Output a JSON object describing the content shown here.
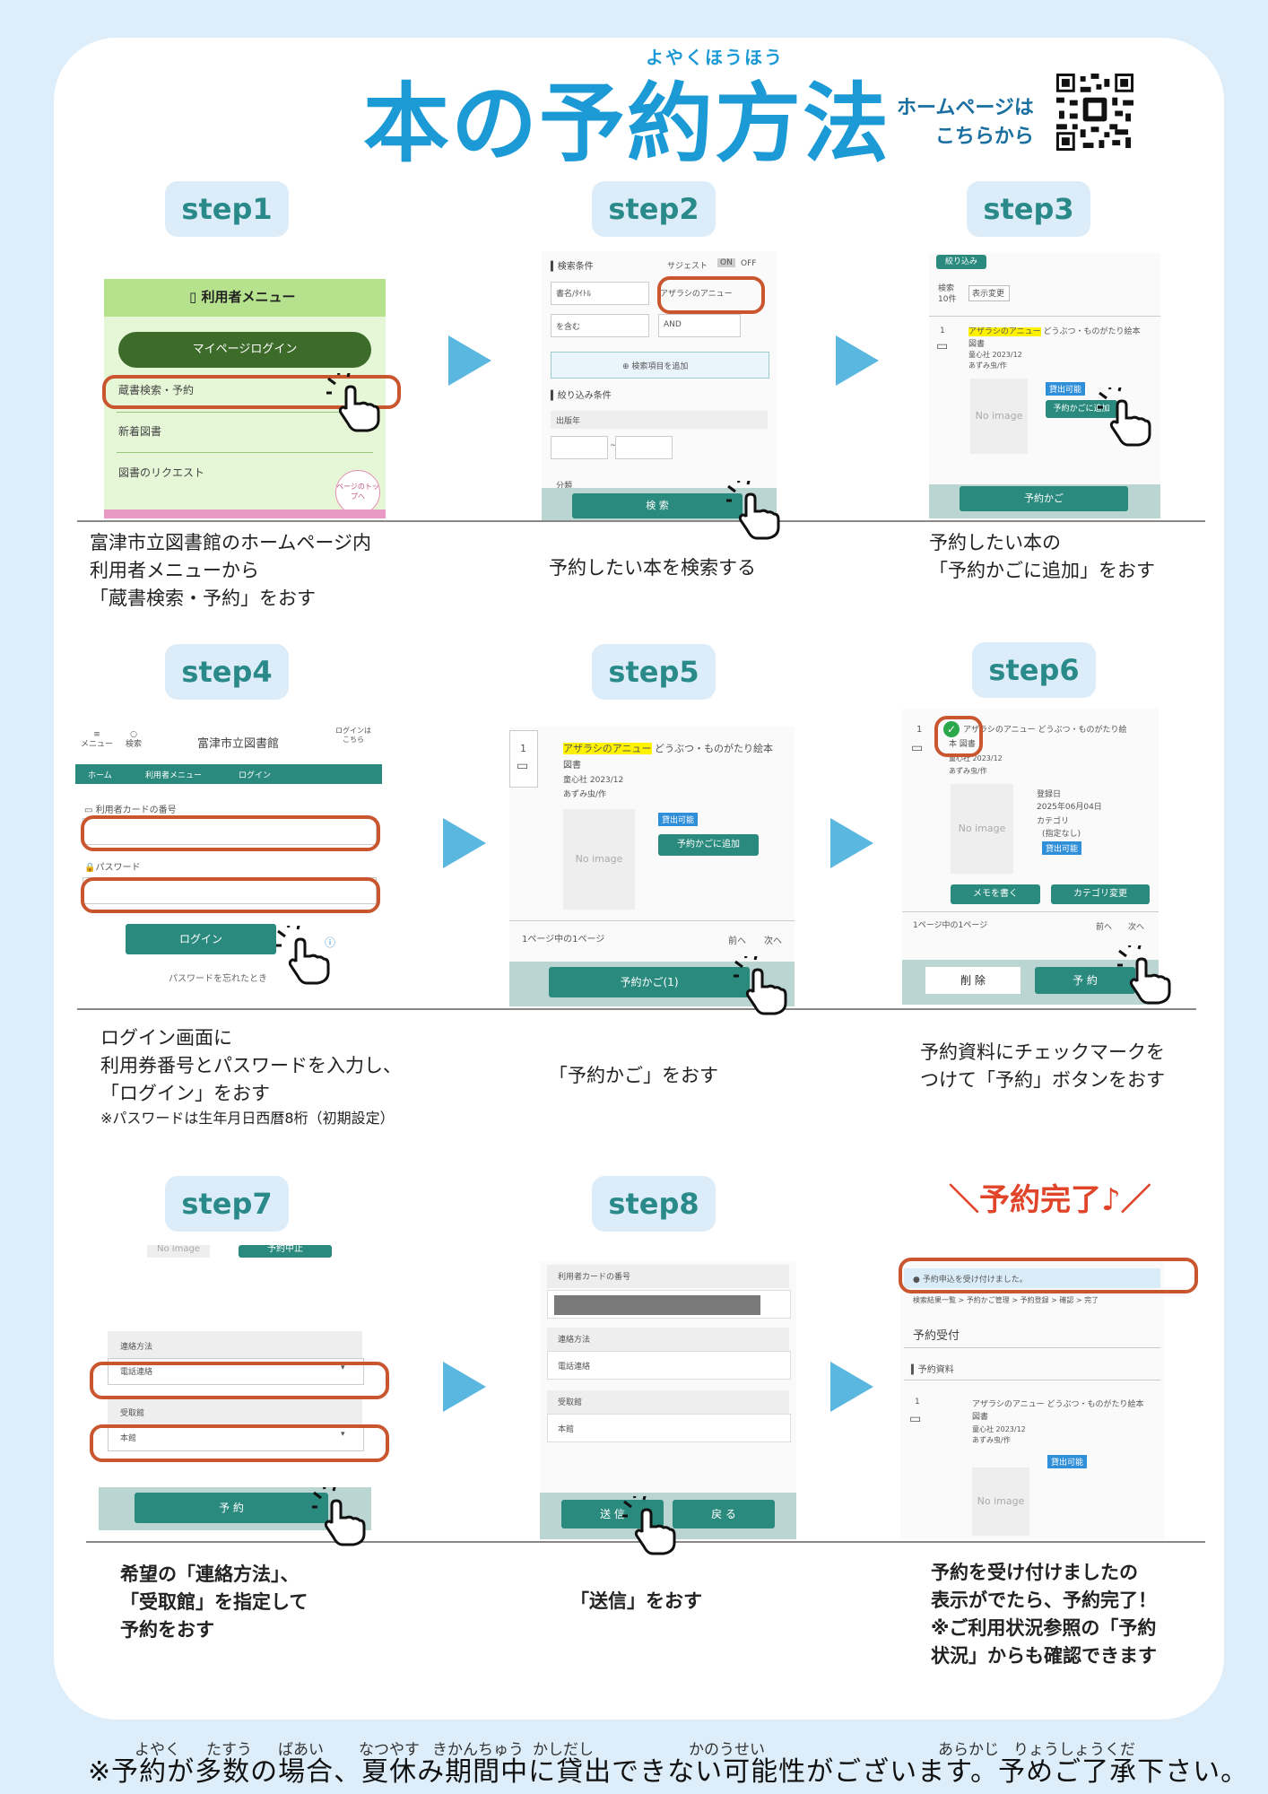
{
  "title": {
    "main": "本の予約方法",
    "ruby": "よやくほうほう"
  },
  "homepage": {
    "line1": "ホームページは",
    "line2": "こちらから"
  },
  "steps": [
    "step1",
    "step2",
    "step3",
    "step4",
    "step5",
    "step6",
    "step7",
    "step8"
  ],
  "complete_label": "＼予約完了♪／",
  "s1": {
    "menu_title": "利用者メニュー",
    "login_btn": "マイページログイン",
    "item1": "蔵書検索・予約",
    "item2": "新着図書",
    "item3": "図書のリクエスト",
    "top_link": "ページのトップへ",
    "desc": [
      "富津市立図書館のホームページ内",
      "利用者メニューから",
      "「蔵書検索・予約」をおす"
    ]
  },
  "s2": {
    "cond": "検索条件",
    "suggest": "サジェスト",
    "on": "ON",
    "off": "OFF",
    "field": "書名/ﾀｲﾄﾙ",
    "keyword": "アザラシのアニュー",
    "contains": "を含む",
    "and": "AND",
    "add_item": "検索項目を追加",
    "narrow": "絞り込み条件",
    "year": "出版年",
    "tilde": "~",
    "bunrui": "分類",
    "search_btn": "検 索",
    "desc": "予約したい本を検索する"
  },
  "s3": {
    "narrow_btn": "絞り込み",
    "count_label": "検索",
    "count": "10件",
    "display_btn": "表示変更",
    "num": "1",
    "book_title": "アザラシのアニュー",
    "book_rest": " どうぶつ・ものがたり絵本",
    "type": "図書",
    "pub": "童心社 2023/12",
    "author": "あずみ虫/作",
    "avail": "貸出可能",
    "add_btn": "予約かごに追加",
    "noimage": "No image",
    "cart_btn": "予約かご",
    "desc": [
      "予約したい本の",
      "「予約かごに追加」をおす"
    ]
  },
  "s4": {
    "menu": "メニュー",
    "search": "検索",
    "library": "富津市立図書館",
    "login_here": "ログインは\nこちら",
    "crumb_home": "ホーム",
    "crumb_menu": "利用者メニュー",
    "crumb_login": "ログイン",
    "card_label": "利用者カードの番号",
    "pw_label": "パスワード",
    "login_btn": "ログイン",
    "forgot": "パスワードを忘れたとき",
    "desc": [
      "ログイン画面に",
      "利用券番号とパスワードを入力し、",
      "「ログイン」をおす"
    ],
    "note": "※パスワードは生年月日西暦8桁（初期設定）"
  },
  "s5": {
    "num": "1",
    "book_title": "アザラシのアニュー",
    "book_rest": " どうぶつ・ものがたり絵本",
    "type": "図書",
    "pub": "童心社 2023/12",
    "author": "あずみ虫/作",
    "avail": "貸出可能",
    "add_btn": "予約かごに追加",
    "noimage": "No image",
    "page": "1ページ中の1ページ",
    "prev": "前へ",
    "next": "次へ",
    "cart_btn": "予約かご(1)",
    "desc": "「予約かご」をおす"
  },
  "s6": {
    "num": "1",
    "book_title": "アザラシのアニュー どうぶつ・ものがたり絵",
    "book_rest": "本 図書",
    "pub": "童心社 2023/12",
    "author": "あずみ虫/作",
    "reg_label": "登録日",
    "reg_date": "2025年06月04日",
    "cat_label": "カテゴリ",
    "cat": "(指定なし)",
    "avail": "貸出可能",
    "noimage": "No image",
    "memo_btn": "メモを書く",
    "cat_btn": "カテゴリ変更",
    "page": "1ページ中の1ページ",
    "prev": "前へ",
    "next": "次へ",
    "delete_btn": "削 除",
    "reserve_btn": "予 約",
    "desc": [
      "予約資料にチェックマークを",
      "つけて「予約」ボタンをおす"
    ]
  },
  "s7": {
    "noimage": "No image",
    "cancel_btn": "予約中止",
    "contact_label": "連絡方法",
    "contact_val": "電話連絡",
    "pickup_label": "受取館",
    "pickup_val": "本館",
    "reserve_btn": "予 約",
    "desc": [
      "希望の「連絡方法」、",
      "「受取館」を指定して",
      "予約をおす"
    ]
  },
  "s8": {
    "card_label": "利用者カードの番号",
    "contact_label": "連絡方法",
    "contact_val": "電話連絡",
    "pickup_label": "受取館",
    "pickup_val": "本館",
    "send_btn": "送 信",
    "back_btn": "戻 る",
    "desc": "「送信」をおす"
  },
  "s9": {
    "msg": "予約申込を受け付けました。",
    "crumb": "検索結果一覧 > 予約かご管理 > 予約登録 > 確認 > 完了",
    "heading": "予約受付",
    "sub": "予約資料",
    "num": "1",
    "book": "アザラシのアニュー どうぶつ・ものがたり絵本",
    "type": "図書",
    "pub": "童心社 2023/12",
    "author": "あずみ虫/作",
    "avail": "貸出可能",
    "noimage": "No image",
    "desc": [
      "予約を受け付けましたの",
      "表示がでたら、予約完了！",
      "※ご利用状況参照の「予約",
      "状況」からも確認できます"
    ]
  },
  "footer": {
    "text": "※予約が多数の場合、夏休み期間中に貸出できない可能性がございます。予めご了承下さい。",
    "ruby": [
      "よやく",
      "たすう",
      "ばあい",
      "なつやす",
      "きかんちゅう",
      "かしだし",
      "かのうせい",
      "あらかじ",
      "りょうしょうくだ"
    ]
  },
  "colors": {
    "accent": "#1c9ad6",
    "teal": "#2b8a7e",
    "highlight": "#c9562f",
    "arrow": "#5ab8e0",
    "complete": "#e0452a"
  }
}
